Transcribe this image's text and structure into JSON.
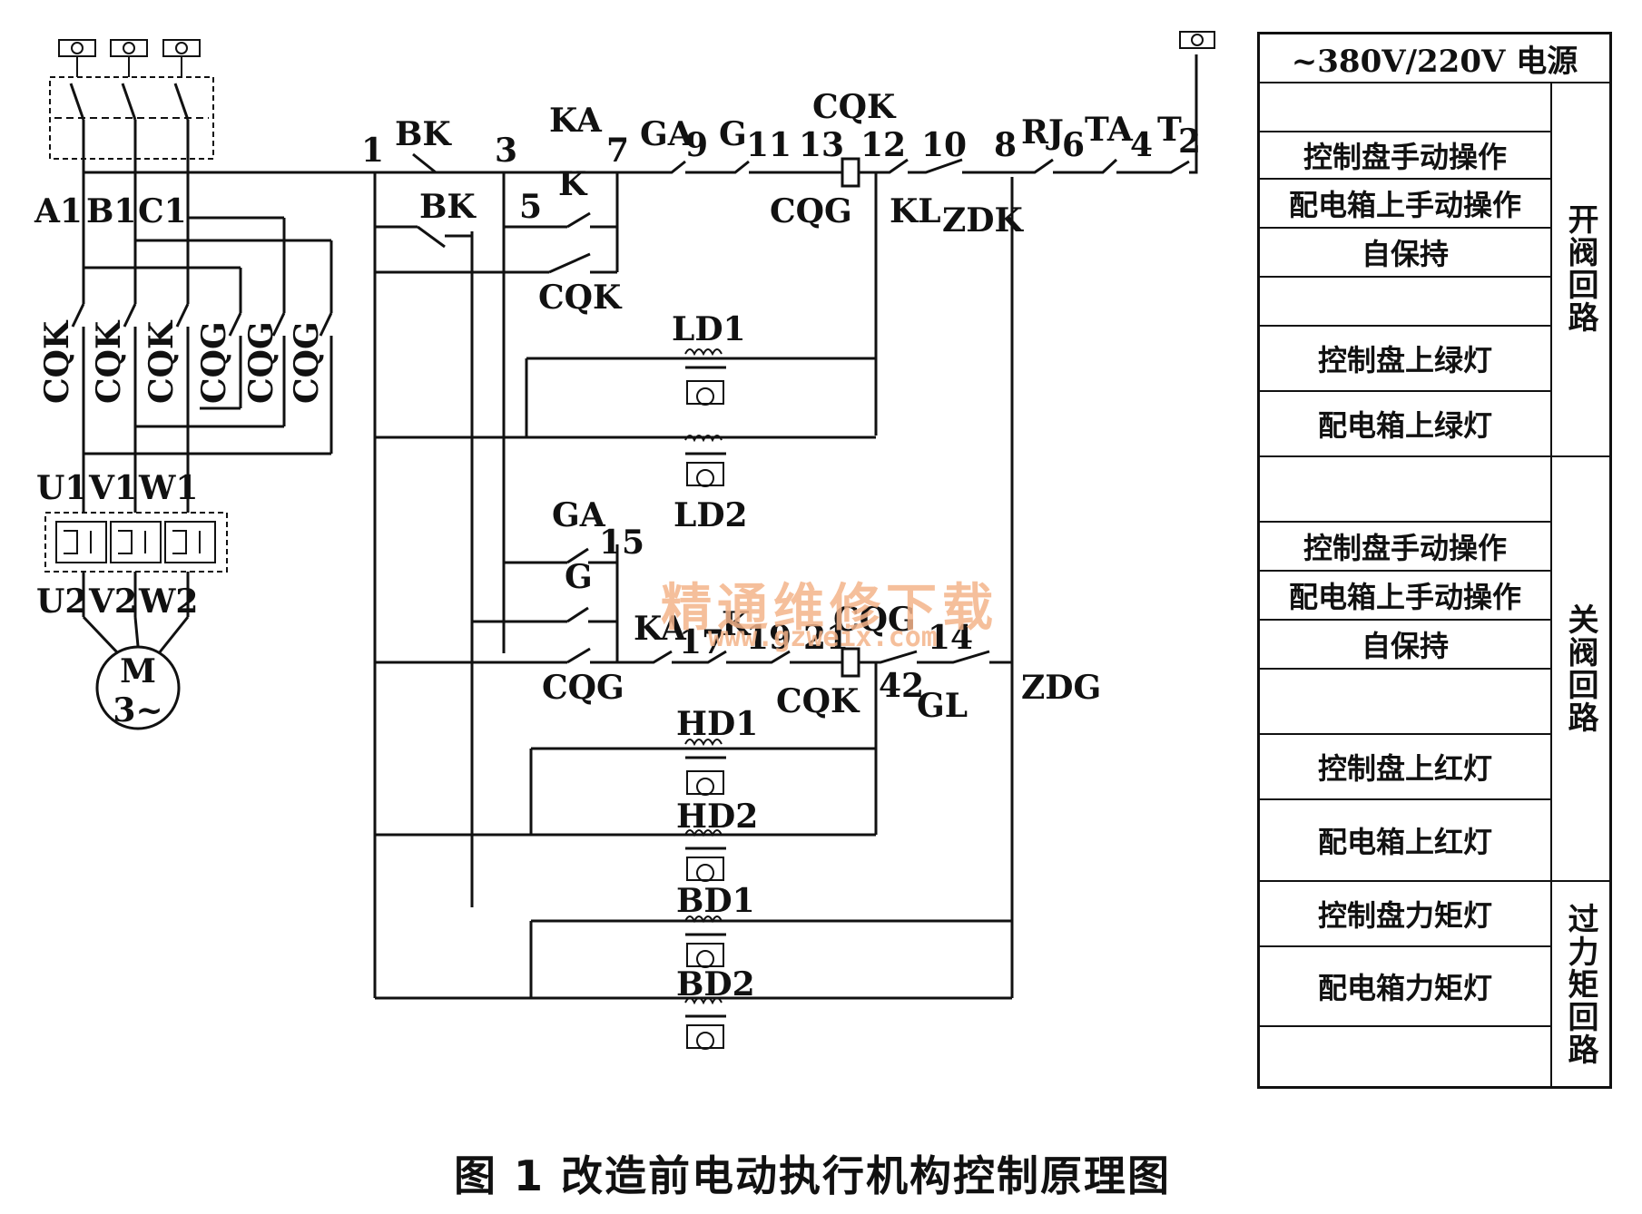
{
  "diagram": {
    "motor": {
      "symbol": "M",
      "phase": "3~"
    },
    "labels": {
      "a1": "A1",
      "b1": "B1",
      "c1": "C1",
      "u1": "U1",
      "v1": "V1",
      "w1": "W1",
      "u2": "U2",
      "v2": "V2",
      "w2": "W2",
      "cqk_1": "CQK",
      "cqk_2": "CQK",
      "cqk_3": "CQK",
      "cqg_1": "CQG",
      "cqg_2": "CQG",
      "cqg_3": "CQG",
      "n1": "1",
      "bk_top": "BK",
      "n3": "3",
      "ka_top": "KA",
      "n7": "7",
      "ga_top": "GA",
      "n9": "9",
      "g_top": "G",
      "n11": "11",
      "n13": "13",
      "cqk_coil": "CQK",
      "n12": "12",
      "n10": "10",
      "n8": "8",
      "rj": "RJ",
      "n6": "6",
      "ta": "TA",
      "n4": "4",
      "t": "T",
      "n2": "2",
      "bk_bottom": "BK",
      "n5": "5",
      "k_top": "K",
      "cqg_open": "CQG",
      "kl": "KL",
      "zdk": "ZDK",
      "cqk_selfhold": "CQK",
      "ld1": "LD1",
      "ld2": "LD2",
      "ga_mid": "GA",
      "n15": "15",
      "g_mid": "G",
      "ka_mid": "KA",
      "n17": "17",
      "k_mid": "K",
      "n19": "19",
      "n21": "21",
      "cqg_coil": "CQG",
      "n14": "14",
      "zdg": "ZDG",
      "cqg_selfhold": "CQG",
      "cqk_close": "CQK",
      "n42": "42",
      "gl": "GL",
      "hd1": "HD1",
      "hd2": "HD2",
      "bd1": "BD1",
      "bd2": "BD2"
    }
  },
  "legend": {
    "header": "~380V/220V 电源",
    "rows": [
      "",
      "控制盘手动操作",
      "配电箱上手动操作",
      "自保持",
      "",
      "控制盘上绿灯",
      "配电箱上绿灯",
      "",
      "控制盘手动操作",
      "配电箱上手动操作",
      "自保持",
      "",
      "控制盘上红灯",
      "配电箱上红灯",
      "控制盘力矩灯",
      "配电箱力矩灯",
      ""
    ],
    "groups": [
      "开阀回路",
      "关阀回路",
      "过力矩回路"
    ]
  },
  "caption": "图 1    改造前电动执行机构控制原理图",
  "watermark": {
    "text": "精通维修下载",
    "url": "www.gzweix.com"
  }
}
